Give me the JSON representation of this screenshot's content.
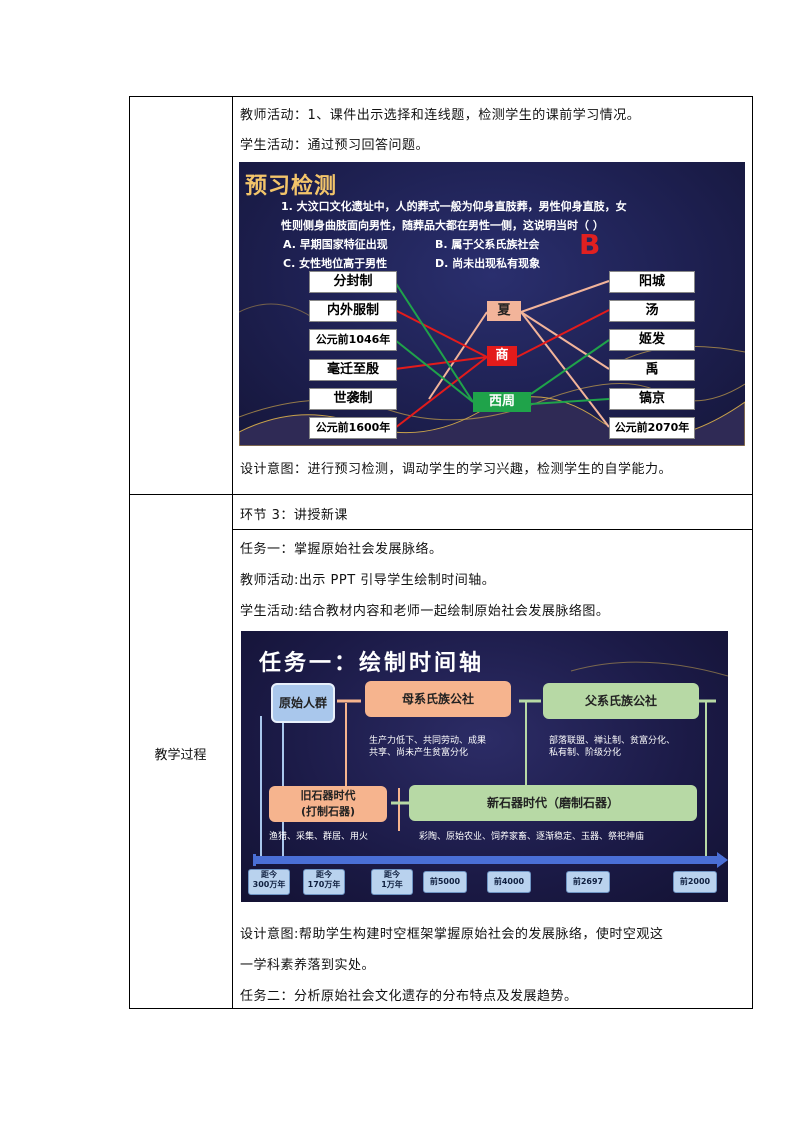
{
  "section1": {
    "teacher_activity": "教师活动：1、课件出示选择和连线题，检测学生的课前学习情况。",
    "student_activity": "学生活动：通过预习回答问题。",
    "design_intent": "设计意图：进行预习检测，调动学生的学习兴趣，检测学生的自学能力。"
  },
  "slide1": {
    "title": "预习检测",
    "question_line1": "1. 大汶口文化遗址中，人的葬式一般为仰身直肢葬，男性仰身直肢，女",
    "question_line2": "性则侧身曲肢面向男性，随葬品大都在男性一侧，这说明当时（    ）",
    "option_a": "A. 早期国家特征出现",
    "option_b": "B. 属于父系氏族社会",
    "option_c": "C. 女性地位高于男性",
    "option_d": "D. 尚未出现私有现象",
    "answer": "B",
    "left_items": [
      "分封制",
      "内外服制",
      "公元前1046年",
      "毫迁至殷",
      "世袭制",
      "公元前1600年"
    ],
    "middle_items": [
      "夏",
      "商",
      "西周"
    ],
    "right_items": [
      "阳城",
      "汤",
      "姬发",
      "禹",
      "镐京",
      "公元前2070年"
    ],
    "colors": {
      "xia": "#f2b49a",
      "shang": "#e31b1b",
      "xizhou": "#1fa34a"
    }
  },
  "section2": {
    "row_label": "教学过程",
    "step": "环节 3：讲授新课",
    "task1": "任务一：掌握原始社会发展脉络。",
    "teacher_activity": "教师活动:出示 PPT 引导学生绘制时间轴。",
    "student_activity": "学生活动:结合教材内容和老师一起绘制原始社会发展脉络图。",
    "design_intent_1": "设计意图:帮助学生构建时空框架掌握原始社会的发展脉络，使时空观这",
    "design_intent_2": "一学科素养落到实处。",
    "task2": "任务二：分析原始社会文化遗存的分布特点及发展趋势。"
  },
  "slide2": {
    "title": "任务一：绘制时间轴",
    "primitive": "原始人群",
    "matriarchal": "母系氏族公社",
    "patriarchal": "父系氏族公社",
    "matri_desc_1": "生产力低下、共同劳动、成果",
    "matri_desc_2": "共享、尚未产生贫富分化",
    "patri_desc_1": "部落联盟、禅让制、贫富分化、",
    "patri_desc_2": "私有制、阶级分化",
    "paleolithic_1": "旧石器时代",
    "paleolithic_2": "(打制石器)",
    "neolithic": "新石器时代（磨制石器）",
    "paleo_desc": "渔猎、采集、群居、用火",
    "neo_desc": "彩陶、原始农业、饲养家畜、逐渐稳定、玉器、祭祀神庙",
    "timeline": [
      {
        "l1": "距今",
        "l2": "300万年"
      },
      {
        "l1": "距今",
        "l2": "170万年"
      },
      {
        "l1": "距今",
        "l2": "1万年"
      },
      {
        "l1": "前5000",
        "l2": ""
      },
      {
        "l1": "前4000",
        "l2": ""
      },
      {
        "l1": "前2697",
        "l2": ""
      },
      {
        "l1": "前2000",
        "l2": ""
      }
    ],
    "colors": {
      "orange": "#f6b48e",
      "green": "#b7d9a5",
      "blue": "#a9c7ec",
      "axis": "#4a6fd6"
    }
  }
}
